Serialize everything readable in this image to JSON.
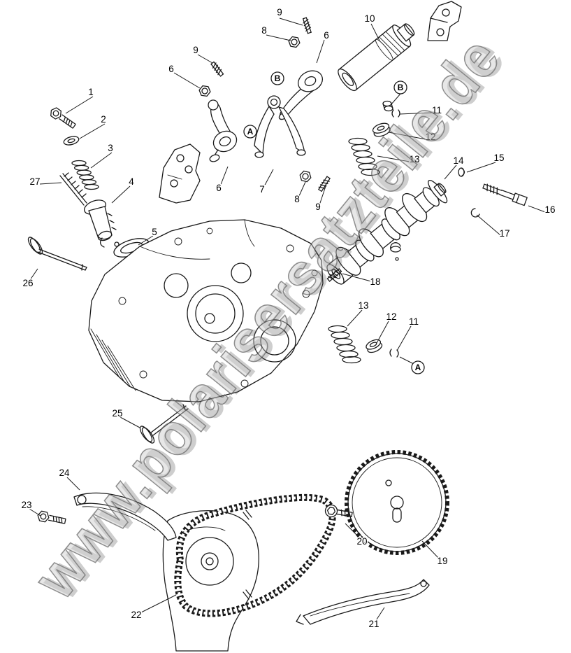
{
  "watermark": {
    "text": "www.polarisersatzteile.de",
    "color": "#9a9a9a"
  },
  "colors": {
    "line": "#1a1a1a",
    "background": "#ffffff"
  },
  "callouts": [
    "9",
    "8",
    "6",
    "10",
    "9",
    "6",
    "1",
    "2",
    "3",
    "27",
    "4",
    "5",
    "26",
    "11",
    "12",
    "13",
    "14",
    "15",
    "16",
    "17",
    "6",
    "7",
    "8",
    "9",
    "18",
    "13",
    "12",
    "11",
    "25",
    "24",
    "23",
    "22",
    "20",
    "19",
    "21"
  ],
  "letters": [
    "B",
    "B",
    "A",
    "A"
  ]
}
